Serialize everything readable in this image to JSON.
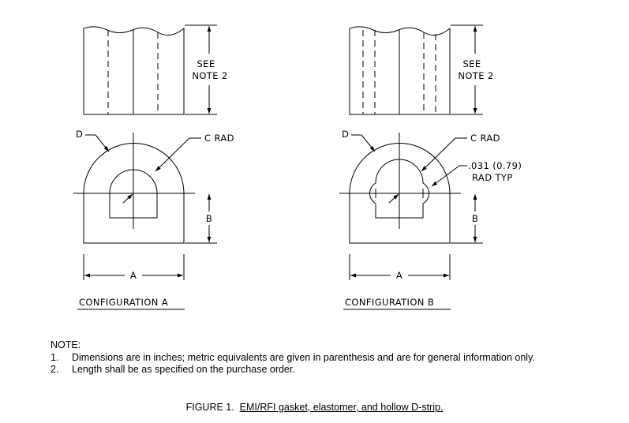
{
  "configA": {
    "see_note_line1": "SEE",
    "see_note_line2": "NOTE 2",
    "label_d": "D",
    "label_c_rad": "C RAD",
    "label_b": "B",
    "label_a": "A",
    "caption": "CONFIGURATION A"
  },
  "configB": {
    "see_note_line1": "SEE",
    "see_note_line2": "NOTE 2",
    "label_d": "D",
    "label_c_rad": "C RAD",
    "label_rad_value": ".031 (0.79)",
    "label_rad_typ": "RAD TYP",
    "label_b": "B",
    "label_a": "A",
    "caption": "CONFIGURATION B"
  },
  "notes": {
    "heading": "NOTE:",
    "items": [
      {
        "num": "1.",
        "text": "Dimensions are in inches; metric equivalents are given in parenthesis and are for general information only."
      },
      {
        "num": "2.",
        "text": "Length shall be as specified on the purchase order."
      }
    ]
  },
  "figure": {
    "number": "FIGURE 1.",
    "title": "EMI/RFI gasket, elastomer, and hollow D-strip."
  }
}
